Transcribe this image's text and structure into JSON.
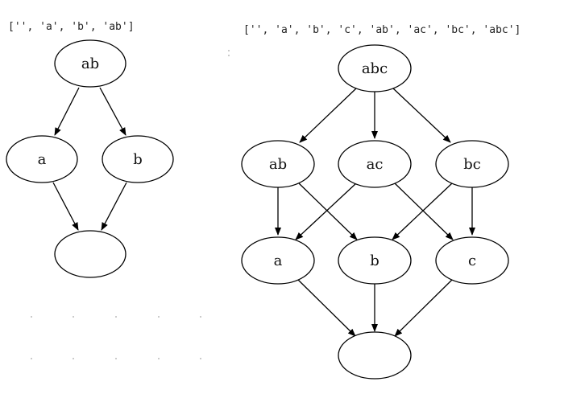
{
  "left_diagram": {
    "list_label": "['', 'a', 'b', 'ab']",
    "nodes": {
      "ab": "ab",
      "a": "a",
      "b": "b",
      "empty": ""
    }
  },
  "right_diagram": {
    "list_label": "['', 'a', 'b', 'c', 'ab', 'ac', 'bc', 'abc']",
    "nodes": {
      "abc": "abc",
      "ab": "ab",
      "ac": "ac",
      "bc": "bc",
      "a": "a",
      "b": "b",
      "c": "c",
      "empty": ""
    }
  },
  "colors": {
    "stroke": "#000000",
    "background": "#ffffff"
  }
}
